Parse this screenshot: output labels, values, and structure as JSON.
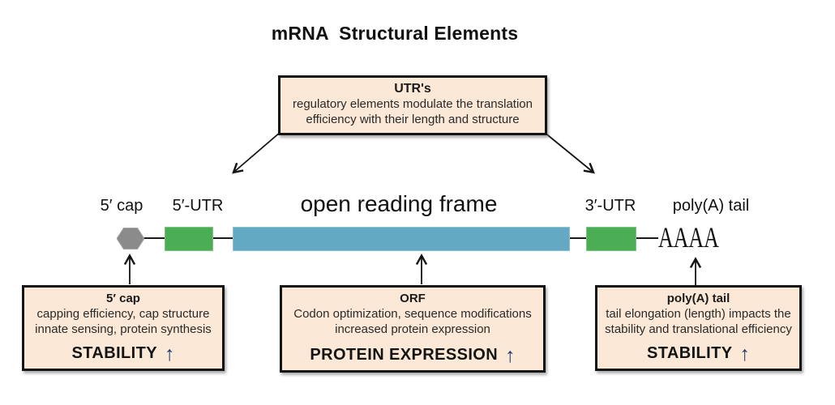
{
  "title": "mRNA  Structural Elements",
  "colors": {
    "box_fill": "#FBE8D6",
    "box_border": "#141414",
    "utr_green": "#4BAE55",
    "orf_teal": "#64A9C4",
    "cap_gray": "#8B8B8B",
    "impact_arrow_navy": "#1D3A6B"
  },
  "utr_callout": {
    "heading": "UTR's",
    "line1": "regulatory elements modulate the translation",
    "line2": "efficiency with their length and structure"
  },
  "structure": {
    "label_cap": "5′ cap",
    "label_5utr": "5′-UTR",
    "label_orf": "open reading frame",
    "label_3utr": "3′-UTR",
    "label_polya": "poly(A) tail",
    "tail_text": "AAAA"
  },
  "callouts": [
    {
      "heading": "5′ cap",
      "line1": "capping efficiency, cap structure",
      "line2": "innate sensing, protein synthesis",
      "impact": "STABILITY",
      "arrow": "↑"
    },
    {
      "heading": "ORF",
      "line1": "Codon optimization, sequence modifications",
      "line2": "increased protein expression",
      "impact": "PROTEIN EXPRESSION",
      "arrow": "↑"
    },
    {
      "heading": "poly(A) tail",
      "line1": "tail elongation (length) impacts the",
      "line2": "stability and translational efficiency",
      "impact": "STABILITY",
      "arrow": "↑"
    }
  ]
}
